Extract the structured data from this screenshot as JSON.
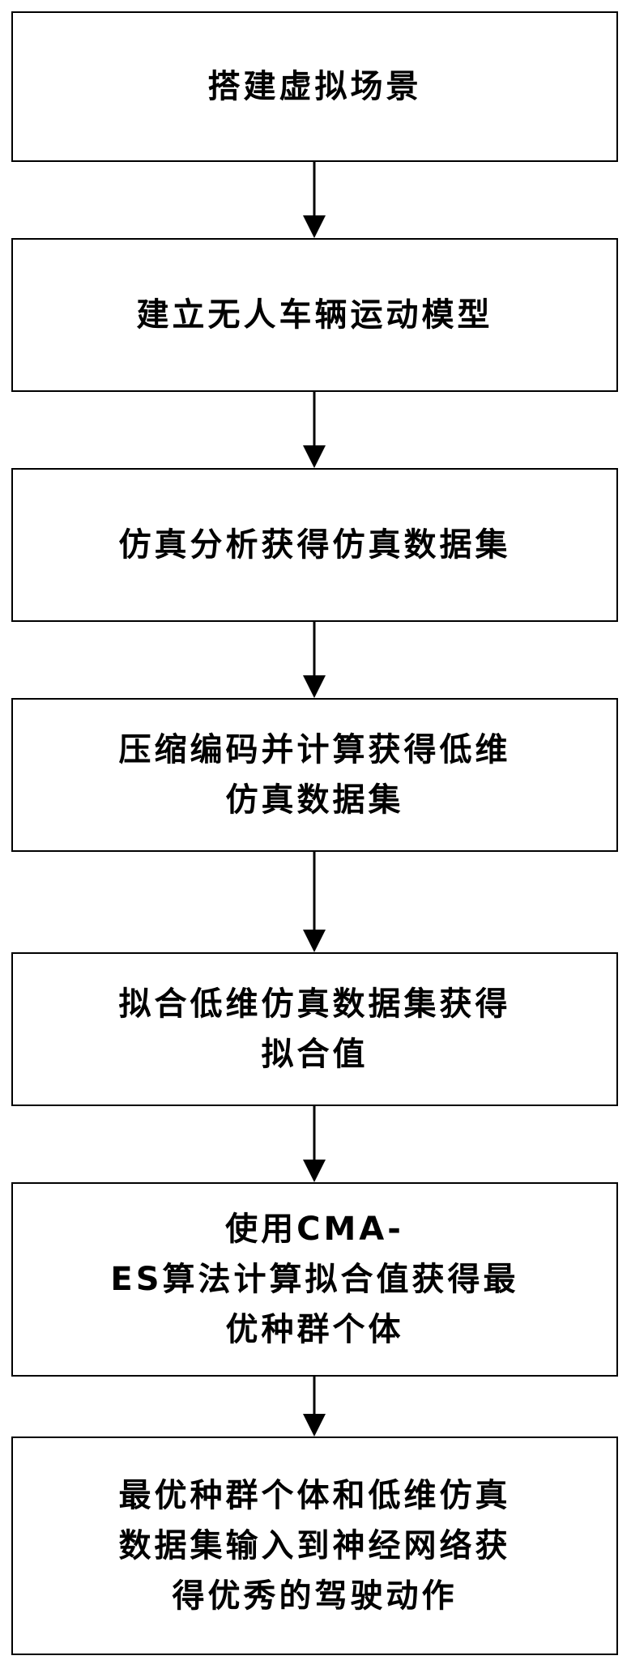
{
  "flowchart": {
    "steps": [
      {
        "id": "step-1",
        "text": "搭建虚拟场景"
      },
      {
        "id": "step-2",
        "text": "建立无人车辆运动模型"
      },
      {
        "id": "step-3",
        "text": "仿真分析获得仿真数据集"
      },
      {
        "id": "step-4",
        "text": "压缩编码并计算获得低维\n仿真数据集"
      },
      {
        "id": "step-5",
        "text": "拟合低维仿真数据集获得\n拟合值"
      },
      {
        "id": "step-6",
        "text": "使用CMA-\nES算法计算拟合值获得最\n优种群个体"
      },
      {
        "id": "step-7",
        "text": "最优种群个体和低维仿真\n数据集输入到神经网络获\n得优秀的驾驶动作"
      }
    ],
    "connections": [
      {
        "from": "step-1",
        "to": "step-2"
      },
      {
        "from": "step-2",
        "to": "step-3"
      },
      {
        "from": "step-3",
        "to": "step-4"
      },
      {
        "from": "step-4",
        "to": "step-5"
      },
      {
        "from": "step-5",
        "to": "step-6"
      },
      {
        "from": "step-6",
        "to": "step-7"
      }
    ],
    "colors": {
      "line": "#000000",
      "box_fill": "#ffffff",
      "text": "#000000"
    }
  }
}
